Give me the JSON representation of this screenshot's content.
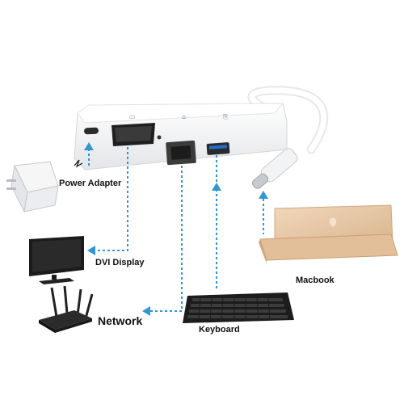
{
  "labels": {
    "power_adapter": "Power Adapter",
    "dvi_display": "DVI Display",
    "network": "Network",
    "keyboard": "Keyboard",
    "macbook": "Macbook"
  },
  "colors": {
    "connector_line": "#2f97d3",
    "adapter_body": "#f4f5f7",
    "macbook_gold": "#e7c6a2"
  },
  "icons": [
    "power-adapter-icon",
    "monitor-icon",
    "router-icon",
    "keyboard-icon",
    "laptop-icon",
    "usb-c-adapter-icon"
  ]
}
